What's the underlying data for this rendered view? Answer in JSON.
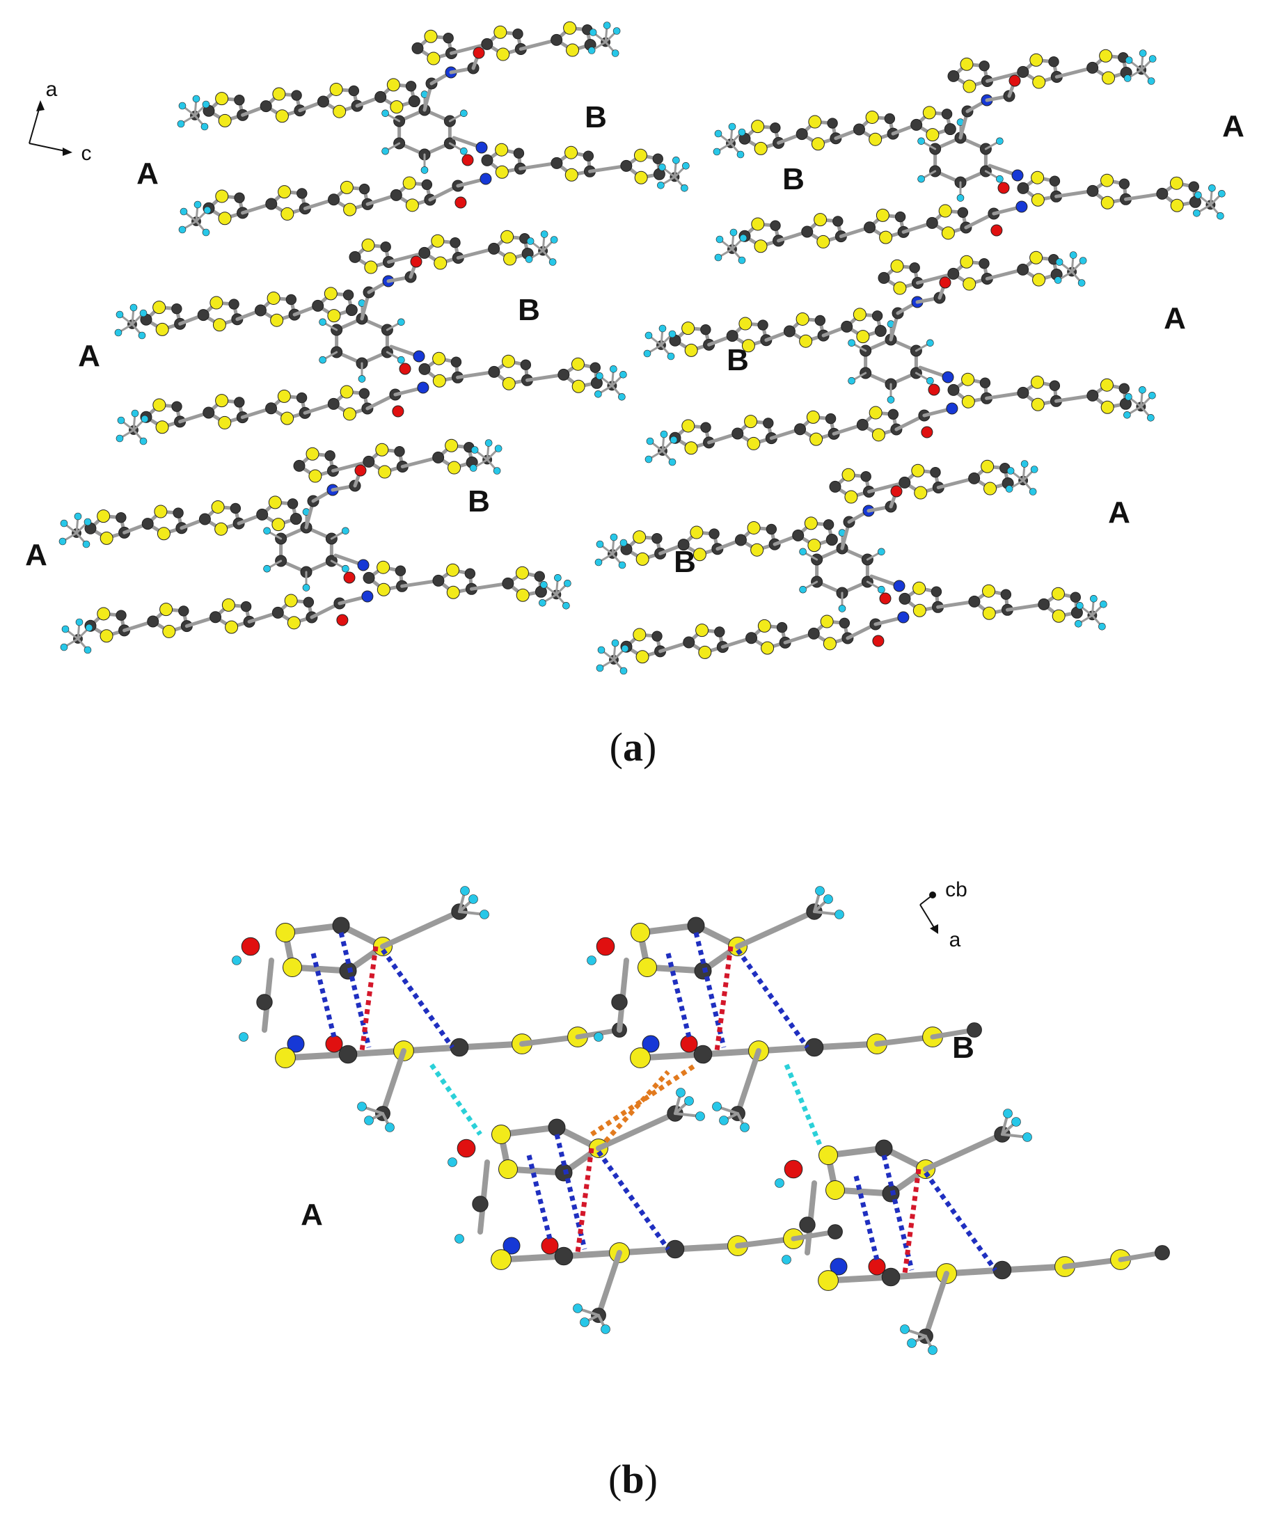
{
  "panel_a": {
    "caption_open": "(",
    "caption_letter": "a",
    "caption_close": ")",
    "axis_labels": {
      "up": "a",
      "right": "c"
    },
    "block_labels": [
      "A",
      "B",
      "B",
      "A",
      "B",
      "A",
      "B",
      "A",
      "A",
      "B",
      "B",
      "A"
    ]
  },
  "panel_b": {
    "caption_open": "(",
    "caption_letter": "b",
    "caption_close": ")",
    "axis_labels": {
      "top": "cb",
      "down": "a"
    },
    "block_labels": [
      "B",
      "A"
    ]
  },
  "colors": {
    "carbon": "#3a3a3a",
    "sulfur": "#f2ea1a",
    "oxygen": "#e01010",
    "nitrogen": "#1638d6",
    "hydrogen": "#27c7e8",
    "bond": "#9a9a9a",
    "contact_blue": "#1f2fc0",
    "contact_red": "#d4172a",
    "contact_cyan": "#2ad0d8",
    "contact_orange": "#e27a1e"
  }
}
